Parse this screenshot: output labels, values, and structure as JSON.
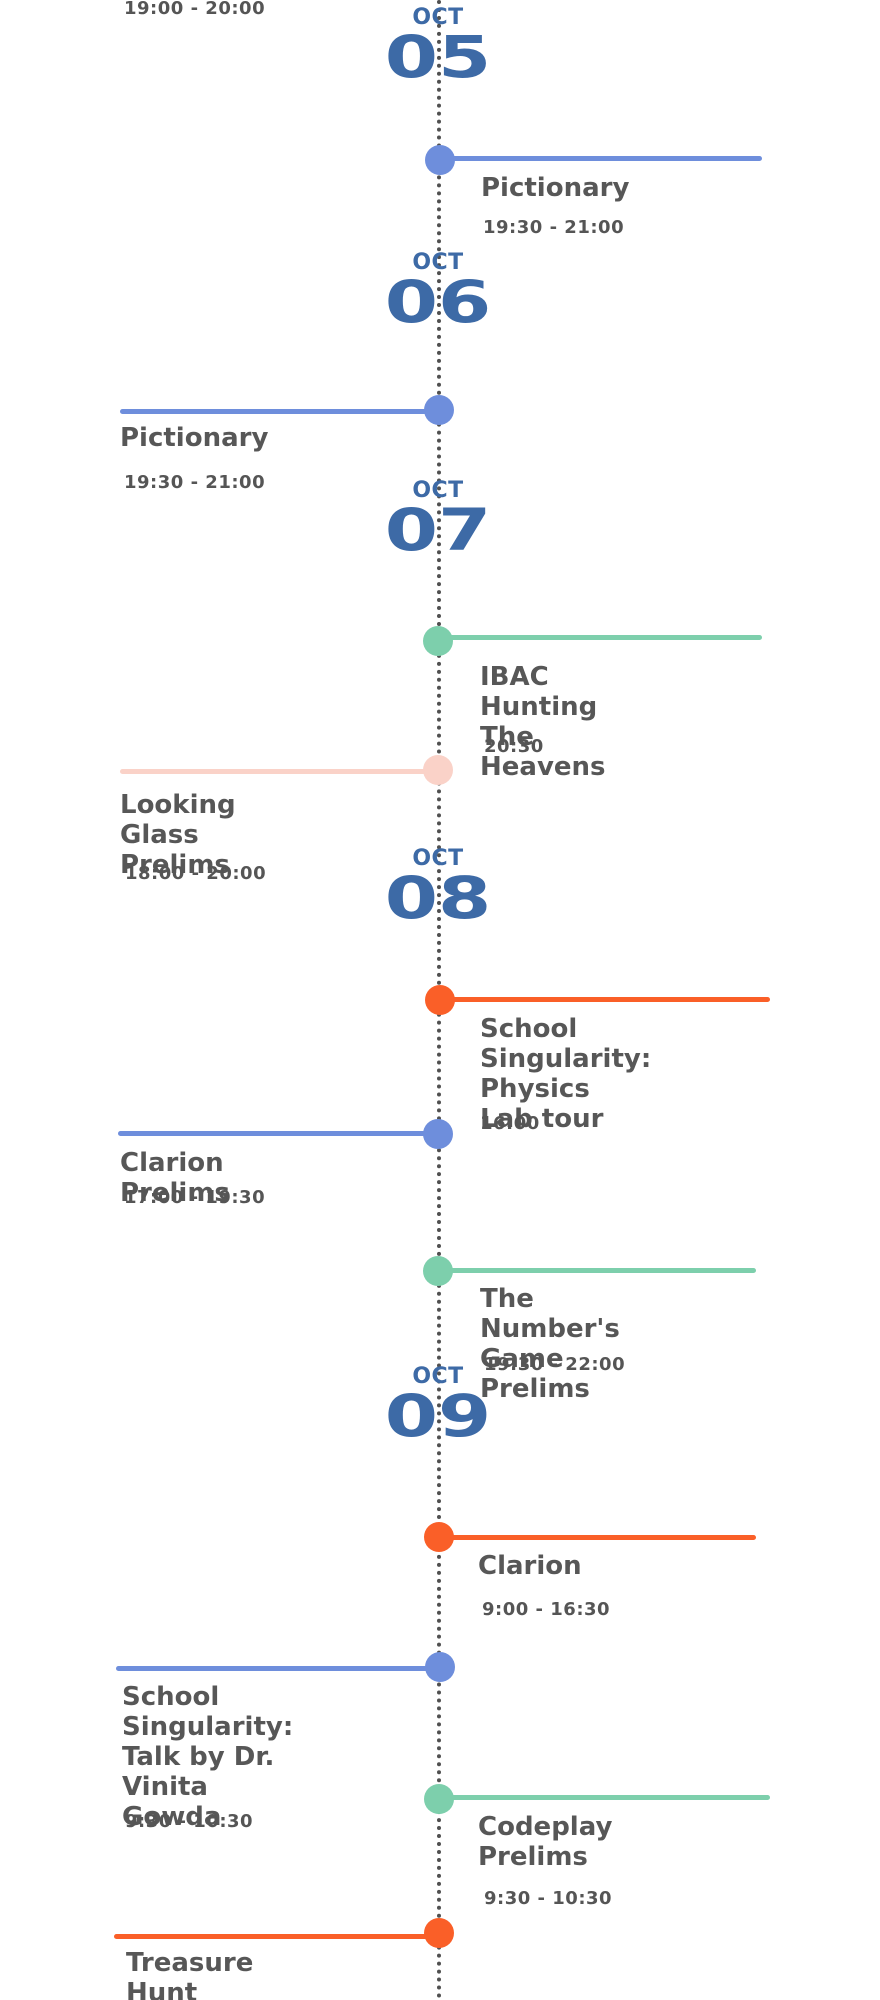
{
  "colors": {
    "date_blue": "#3d6aa6",
    "blue": "#6e8edc",
    "green": "#7dcfac",
    "pink": "#fad2c8",
    "orange": "#fa5f28"
  },
  "top_time": "19:00 - 20:00",
  "dates": [
    {
      "month": "OCT",
      "day": "05"
    },
    {
      "month": "OCT",
      "day": "06"
    },
    {
      "month": "OCT",
      "day": "07"
    },
    {
      "month": "OCT",
      "day": "08"
    },
    {
      "month": "OCT",
      "day": "09"
    }
  ],
  "events": [
    {
      "title": "Pictionary",
      "time": "19:30 - 21:00",
      "color": "#6e8edc"
    },
    {
      "title": "Pictionary",
      "time": "19:30 - 21:00",
      "color": "#6e8edc"
    },
    {
      "title": "IBAC Hunting The\nHeavens",
      "time": "20:30",
      "color": "#7dcfac"
    },
    {
      "title": "Looking Glass\nPrelims",
      "time": "18:00 - 20:00",
      "color": "#fad2c8"
    },
    {
      "title": "School\nSingularity:\nPhysics Lab tour",
      "time": "16:00",
      "color": "#fa5f28"
    },
    {
      "title": "Clarion Prelims",
      "time": "17:00 - 19:30",
      "color": "#6e8edc"
    },
    {
      "title": "The Number's\nGame Prelims",
      "time": "19:30 - 22:00",
      "color": "#7dcfac"
    },
    {
      "title": "Clarion",
      "time": "9:00 - 16:30",
      "color": "#fa5f28"
    },
    {
      "title": "School\nSingularity:\nTalk by Dr.\nVinita Gowda",
      "time": "9:30 - 10:30",
      "color": "#6e8edc"
    },
    {
      "title": "Codeplay\nPrelims",
      "time": "9:30 - 10:30",
      "color": "#7dcfac"
    },
    {
      "title": "Treasure Hunt\nFinals",
      "time": "",
      "color": "#fa5f28"
    }
  ]
}
